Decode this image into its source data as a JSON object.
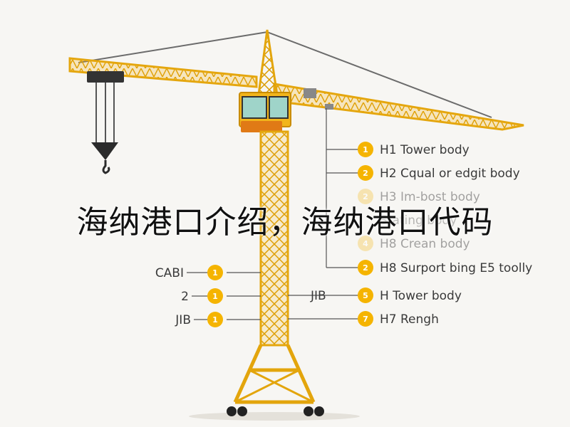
{
  "overlay_title": "海纳港口介绍，海纳港口代码",
  "colors": {
    "crane_yellow": "#f2b51b",
    "crane_dark": "#c98c00",
    "badge": "#f5b400",
    "cable": "#666666",
    "cabin_glass": "#9fd4c9",
    "cabin_body": "#e07a16"
  },
  "right_callouts": [
    {
      "num": "1",
      "text": "H1 Tower body",
      "faded": false
    },
    {
      "num": "2",
      "text": "H2 Cqual or edgit body",
      "faded": false
    },
    {
      "num": "2",
      "text": "H3 Im-bost body",
      "faded": true
    },
    {
      "num": "",
      "text": "Stating body",
      "faded": true
    },
    {
      "num": "4",
      "text": "H8 Crean body",
      "faded": true
    },
    {
      "num": "2",
      "text": "H8 Surport bing E5 toolly",
      "faded": false
    }
  ],
  "left_callouts": [
    {
      "text": "CABI",
      "num": "1"
    },
    {
      "text": "2",
      "num": "1"
    },
    {
      "text": "JIB",
      "num": "1"
    }
  ],
  "bottom_callouts": [
    {
      "left": "JIB",
      "num": "5",
      "text": "H Tower body"
    },
    {
      "num": "7",
      "text": "H7 Rengh"
    }
  ]
}
